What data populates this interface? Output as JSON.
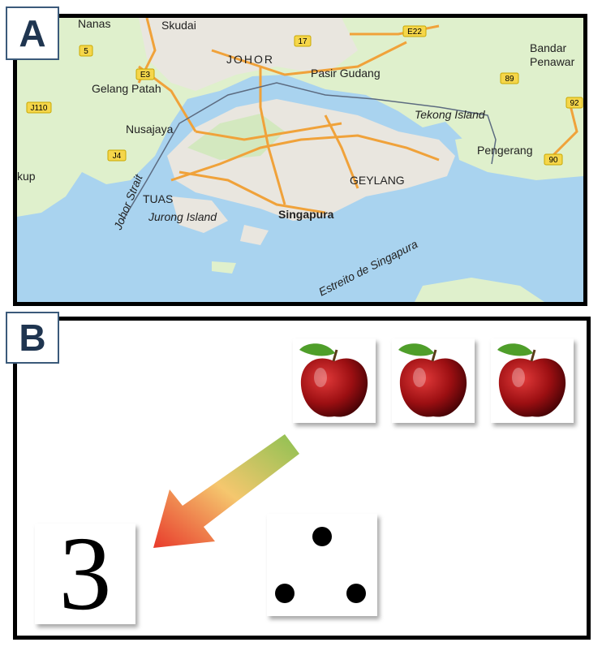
{
  "panel_a": {
    "badge": "A",
    "labels": {
      "nanas": "Nanas",
      "skudai": "Skudai",
      "johor": "JOHOR",
      "pasir_gudang": "Pasir Gudang",
      "bandar_penawar": "Bandar\nPenawar",
      "gelang_patah": "Gelang Patah",
      "nusajaya": "Nusajaya",
      "tekong_island": "Tekong Island",
      "pengerang": "Pengerang",
      "johor_strait": "Johor Strait",
      "tuas": "TUAS",
      "jurong_island": "Jurong Island",
      "geylang": "GEYLANG",
      "singapura": "Singapura",
      "estreito": "Estreito de Singapura",
      "kup": "kup"
    },
    "road_shields": {
      "r5": "5",
      "r17": "17",
      "e22": "E22",
      "e3": "E3",
      "r89": "89",
      "r92": "92",
      "j110": "J110",
      "j4": "J4",
      "r90": "90"
    },
    "colors": {
      "water": "#a9d3ef",
      "land": "#dff0cc",
      "urban": "#e9e6df",
      "road": "#f0a23a"
    }
  },
  "panel_b": {
    "badge": "B",
    "numeral": "3",
    "apple_count": 3,
    "dot_count": 3,
    "arrow_gradient": [
      "#8cc152",
      "#f5c76e",
      "#e83a2b"
    ]
  }
}
